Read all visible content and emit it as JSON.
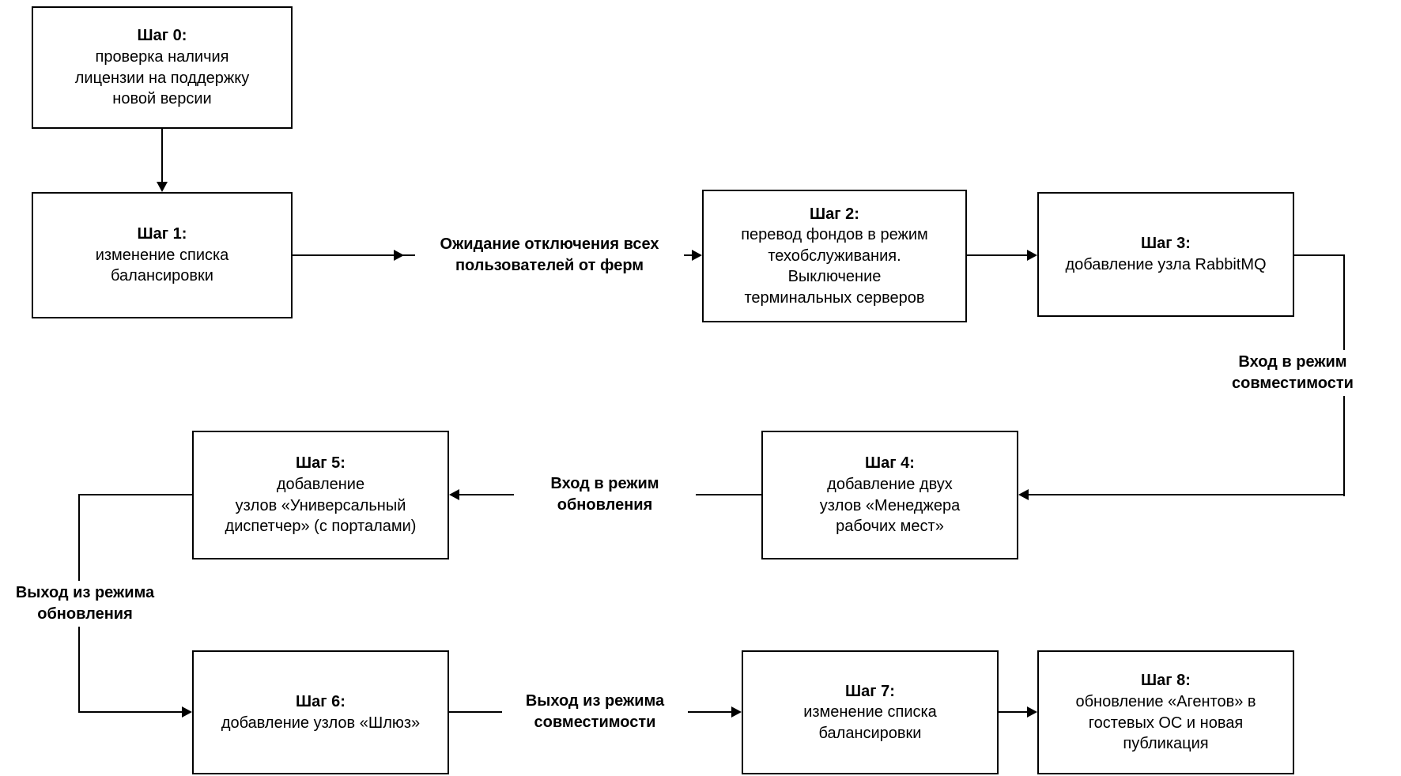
{
  "diagram": {
    "title": "Upgrade steps flowchart",
    "colors": {
      "background": "#ffffff",
      "box_background": "#ffffff",
      "box_border": "#000000",
      "line": "#000000",
      "text": "#000000"
    },
    "boxes": {
      "step0": {
        "title": "Шаг 0:",
        "body": "проверка наличия\nлицензии на поддержку\nновой версии"
      },
      "step1": {
        "title": "Шаг 1:",
        "body": "изменение списка\nбалансировки"
      },
      "step2": {
        "title": "Шаг 2:",
        "body": "перевод фондов в режим\nтехобслуживания.\nВыключение\nтерминальных серверов"
      },
      "step3": {
        "title": "Шаг 3:",
        "body": "добавление узла RabbitMQ"
      },
      "step4": {
        "title": "Шаг 4:",
        "body": "добавление двух\nузлов «Менеджера\nрабочих мест»"
      },
      "step5": {
        "title": "Шаг 5:",
        "body": "добавление\nузлов «Универсальный\nдиспетчер» (с порталами)"
      },
      "step6": {
        "title": "Шаг 6:",
        "body": "добавление узлов «Шлюз»"
      },
      "step7": {
        "title": "Шаг 7:",
        "body": "изменение списка\nбалансировки"
      },
      "step8": {
        "title": "Шаг 8:",
        "body": "обновление «Агентов» в\nгостевых ОС и новая\nпубликация"
      }
    },
    "edge_labels": {
      "wait_users": "Ожидание отключения всех\nпользователей от ферм",
      "enter_compat": "Вход в режим\nсовместимости",
      "enter_update": "Вход в режим\nобновления",
      "exit_update": "Выход из режима\nобновления",
      "exit_compat": "Выход из режима\nсовместимости"
    }
  }
}
